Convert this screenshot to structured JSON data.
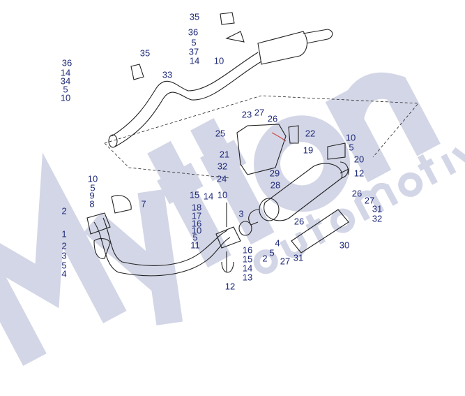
{
  "diagram": {
    "title": "Exhaust system parts diagram",
    "watermark": {
      "brand": "Mytton",
      "subtitle": "automotive"
    },
    "colors": {
      "callout": "#1f2a7a",
      "watermark": "#c5c9de",
      "line": "#222222",
      "accent": "#d04040"
    },
    "callouts": [
      "35",
      "36",
      "5",
      "37",
      "14",
      "10",
      "35",
      "33",
      "36",
      "14",
      "34",
      "5",
      "10",
      "23",
      "27",
      "26",
      "25",
      "22",
      "21",
      "19",
      "10",
      "5",
      "20",
      "32",
      "29",
      "24",
      "28",
      "12",
      "26",
      "27",
      "31",
      "32",
      "30",
      "26",
      "4",
      "5",
      "2",
      "27",
      "31",
      "3",
      "10",
      "5",
      "9",
      "8",
      "7",
      "2",
      "1",
      "2",
      "3",
      "5",
      "4",
      "15",
      "14",
      "10",
      "18",
      "17",
      "16",
      "10",
      "5",
      "11",
      "16",
      "15",
      "14",
      "13",
      "12"
    ]
  }
}
